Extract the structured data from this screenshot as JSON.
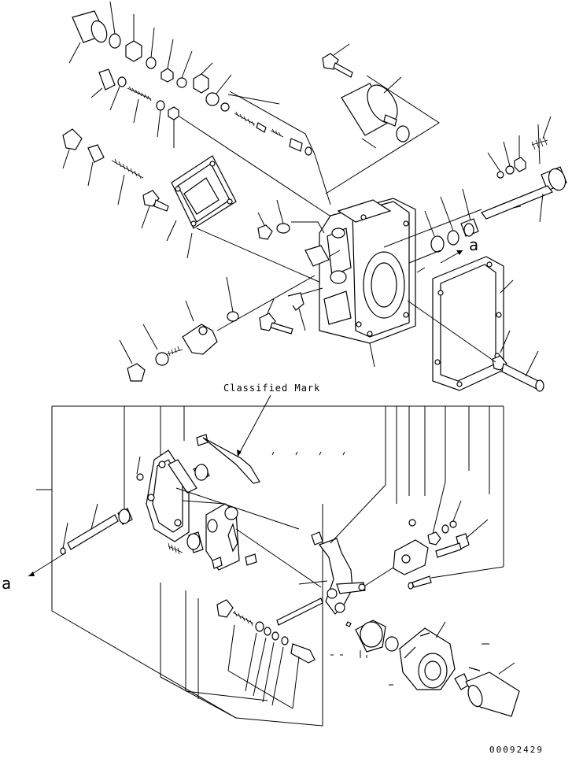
{
  "labels": {
    "classified_mark": "Classified Mark",
    "ref_a_top": "a",
    "ref_a_left": "a",
    "drawing_number": "00092429"
  }
}
